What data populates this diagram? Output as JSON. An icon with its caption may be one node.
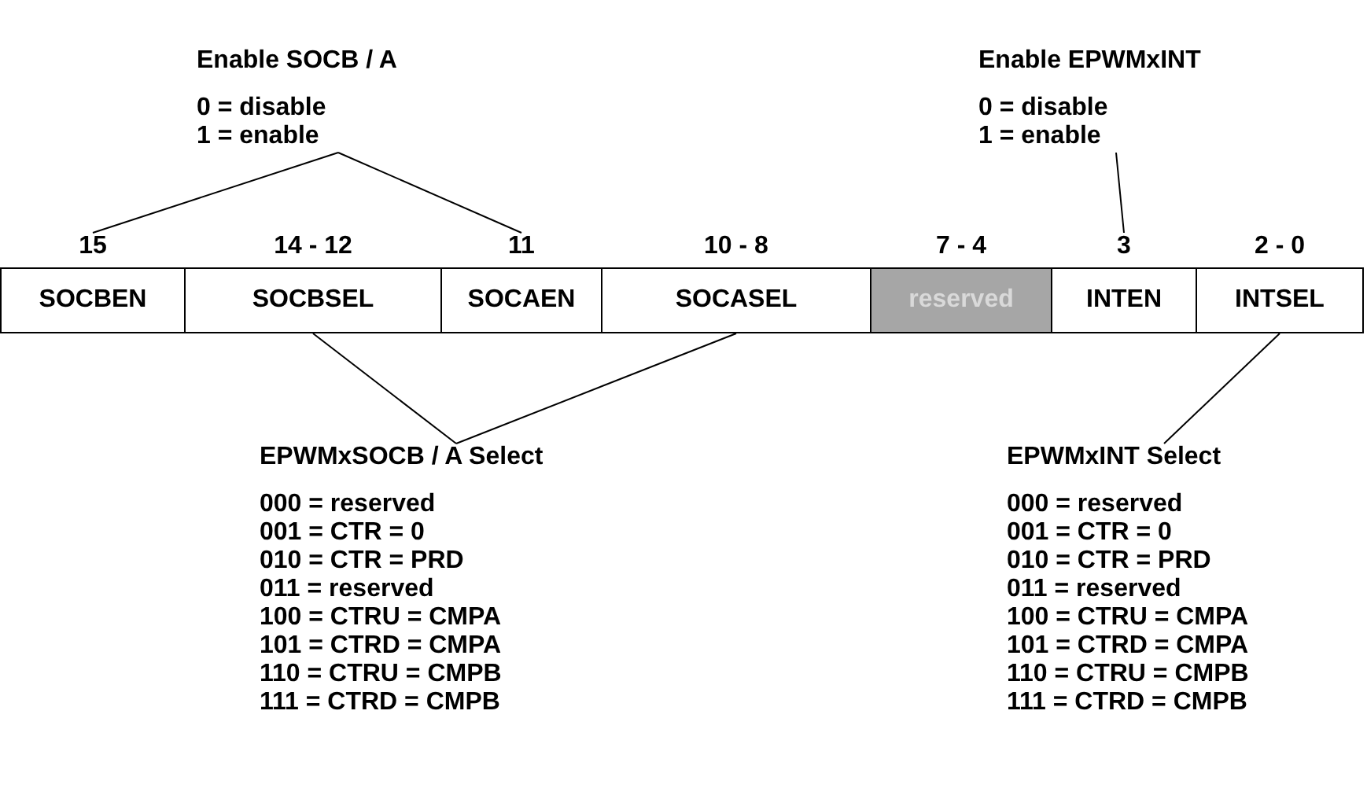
{
  "diagram": {
    "nodes": [
      {
        "text": [
          "Enable SOCB / A",
          "0 = disable",
          "1 = enable"
        ]
      },
      {
        "text": [
          "Enable EPWMxINT",
          "0 = disable",
          "1 = enable"
        ]
      },
      {
        "text": [
          "SOCBEN"
        ],
        "beside": [
          "15"
        ]
      },
      {
        "text": [
          "SOCBSEL"
        ],
        "beside": [
          "14 - 12"
        ]
      },
      {
        "text": [
          "SOCAEN"
        ],
        "beside": [
          "11"
        ]
      },
      {
        "text": [
          "SOCASEL"
        ],
        "beside": [
          "10 - 8"
        ]
      },
      {
        "text": [
          "reserved"
        ],
        "beside": [
          "7 - 4"
        ]
      },
      {
        "text": [
          "INTEN"
        ],
        "beside": [
          "3"
        ]
      },
      {
        "text": [
          "INTSEL"
        ],
        "beside": [
          "2 - 0"
        ]
      },
      {
        "text": [
          "EPWMxSOCB / A Select",
          "000 = reserved",
          "001 = CTR = 0",
          "010 = CTR = PRD",
          "011 = reserved",
          "100 = CTRU = CMPA",
          "101 = CTRD = CMPA",
          "110 = CTRU = CMPB",
          "111 = CTRD = CMPB"
        ]
      },
      {
        "text": [
          "EPWMxINT Select",
          "000 = reserved",
          "001 = CTR = 0",
          "010 = CTR = PRD",
          "011 = reserved",
          "100 = CTRU = CMPA",
          "101 = CTRD = CMPA",
          "110 = CTRU = CMPB",
          "111 = CTRD = CMPB"
        ]
      }
    ],
    "edges": [
      {
        "from": 0,
        "to": 2,
        "arrow": "none"
      },
      {
        "from": 0,
        "to": 4,
        "arrow": "none"
      },
      {
        "from": 1,
        "to": 7,
        "arrow": "none"
      },
      {
        "from": 9,
        "to": 3,
        "arrow": "none"
      },
      {
        "from": 9,
        "to": 5,
        "arrow": "none"
      },
      {
        "from": 10,
        "to": 8,
        "arrow": "none"
      }
    ]
  }
}
